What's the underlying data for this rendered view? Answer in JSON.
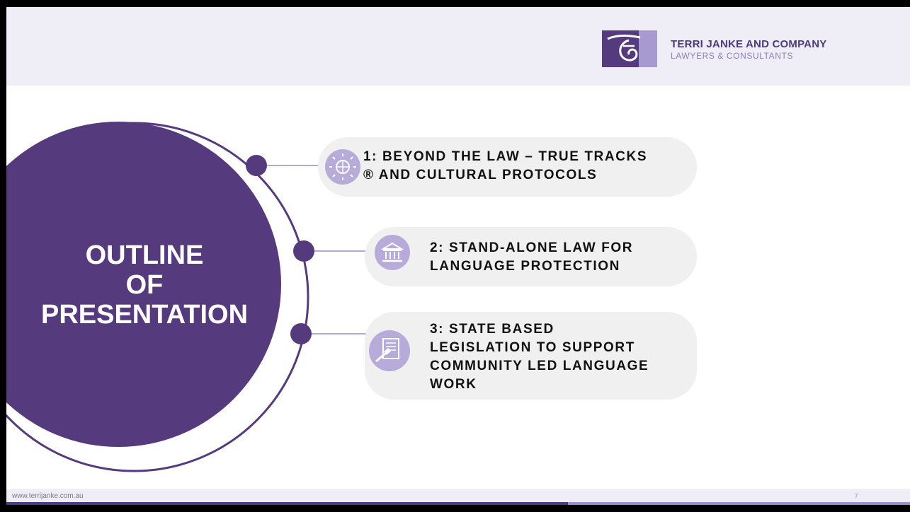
{
  "header": {
    "company": "TERRI JANKE AND COMPANY",
    "tagline": "LAWYERS & CONSULTANTS",
    "logo_icon": "tjc-logo-icon"
  },
  "main": {
    "title": "OUTLINE\nOF\nPRESENTATION",
    "items": [
      {
        "label": "1: BEYOND THE LAW – TRUE TRACKS\n® AND CULTURAL PROTOCOLS",
        "icon": "globe-arrows-icon"
      },
      {
        "label": "2: STAND-ALONE LAW FOR\nLANGUAGE PROTECTION",
        "icon": "courthouse-icon"
      },
      {
        "label": "3: STATE BASED\nLEGISLATION TO SUPPORT\nCOMMUNITY LED LANGUAGE\nWORK",
        "icon": "document-gavel-icon"
      }
    ]
  },
  "footer": {
    "url": "www.terrijanke.com.au",
    "page_number": "7"
  },
  "colors": {
    "brand_purple": "#563a7e",
    "light_purple": "#b6abd9",
    "header_bg": "#efedf6"
  }
}
